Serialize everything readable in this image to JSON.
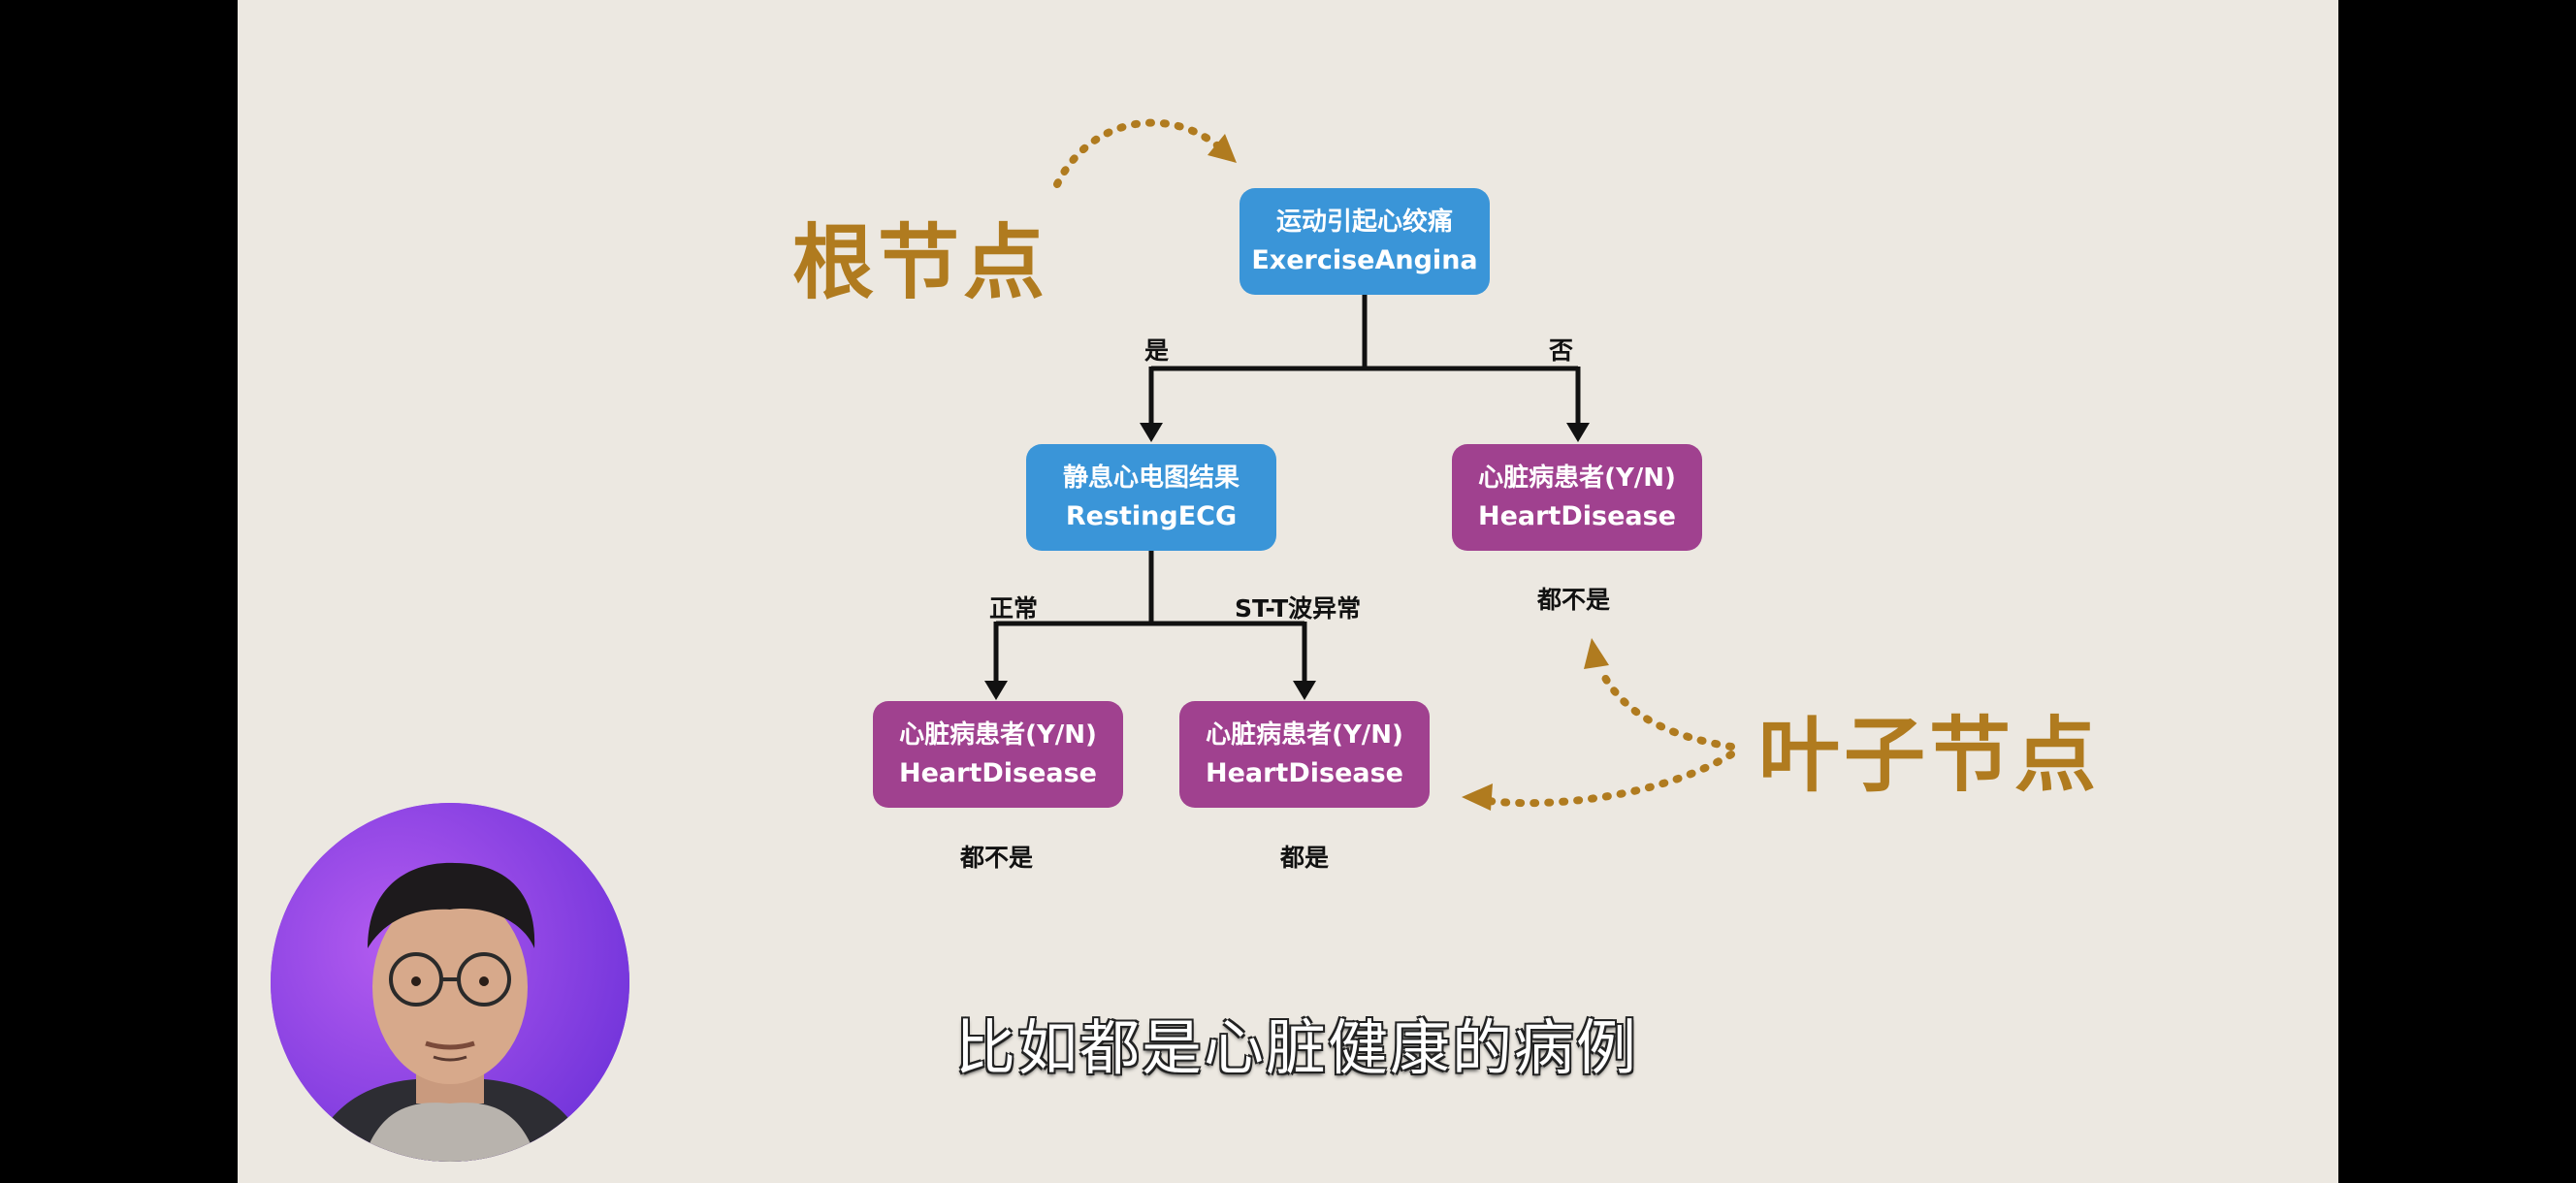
{
  "annotations": {
    "root_label": "根节点",
    "leaf_label": "叶子节点"
  },
  "tree": {
    "root": {
      "zh": "运动引起心绞痛",
      "en": "ExerciseAngina"
    },
    "root_yes": "是",
    "root_no": "否",
    "ecg": {
      "zh": "静息心电图结果",
      "en": "RestingECG"
    },
    "ecg_normal": "正常",
    "ecg_stt": "ST-T波异常",
    "leaf_right": {
      "zh": "心脏病患者(Y/N)",
      "en": "HeartDisease",
      "note": "都不是"
    },
    "leaf_left": {
      "zh": "心脏病患者(Y/N)",
      "en": "HeartDisease",
      "note": "都不是"
    },
    "leaf_mid": {
      "zh": "心脏病患者(Y/N)",
      "en": "HeartDisease",
      "note": "都是"
    }
  },
  "subtitle": "比如都是心脏健康的病例",
  "colors": {
    "blue_node": "#3a95d8",
    "purple_node": "#a0418f",
    "annotation": "#b07b1f",
    "background": "#ece8e1",
    "avatar_bg": "#8a3fe0"
  }
}
